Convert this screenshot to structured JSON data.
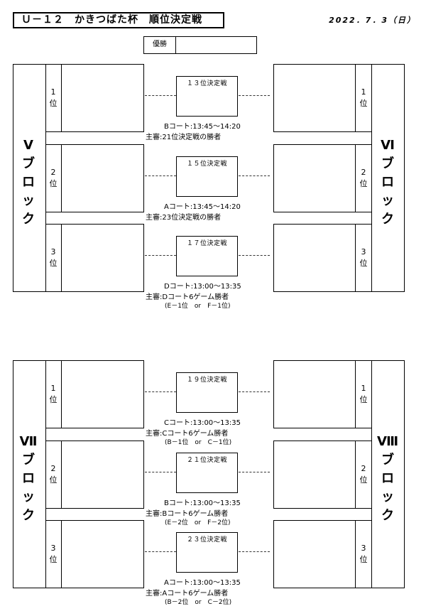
{
  "header": {
    "title": "Ｕ－１２　かきつばた杯　順位決定戦",
    "date": "2022．7．3（日）",
    "winner_label": "優勝"
  },
  "sections": [
    {
      "left_block": "Ⅴブロック",
      "right_block": "Ⅵブロック",
      "ranks": [
        "1位",
        "2位",
        "3位"
      ],
      "matches": [
        {
          "title": "１３位決定戦",
          "court": "Bコート:13:45～14:20",
          "referee": "主審:21位決定戦の勝者",
          "referee_sub": ""
        },
        {
          "title": "１５位決定戦",
          "court": "Aコート:13:45～14:20",
          "referee": "主審:23位決定戦の勝者",
          "referee_sub": ""
        },
        {
          "title": "１７位決定戦",
          "court": "Dコート:13:00～13:35",
          "referee": "主審:Dコート6ゲーム勝者",
          "referee_sub": "(E－1位　or　F－1位)"
        }
      ]
    },
    {
      "left_block": "Ⅶブロック",
      "right_block": "Ⅷブロック",
      "ranks": [
        "1位",
        "2位",
        "3位"
      ],
      "matches": [
        {
          "title": "１９位決定戦",
          "court": "Cコート:13:00～13:35",
          "referee": "主審:Cコート6ゲーム勝者",
          "referee_sub": "(B－1位　or　C－1位)"
        },
        {
          "title": "２１位決定戦",
          "court": "Bコート:13:00～13:35",
          "referee": "主審:Bコート6ゲーム勝者",
          "referee_sub": "(E－2位　or　F－2位)"
        },
        {
          "title": "２３位決定戦",
          "court": "Aコート:13:00～13:35",
          "referee": "主審:Aコート6ゲーム勝者",
          "referee_sub": "(B－2位　or　C－2位)"
        }
      ]
    }
  ]
}
